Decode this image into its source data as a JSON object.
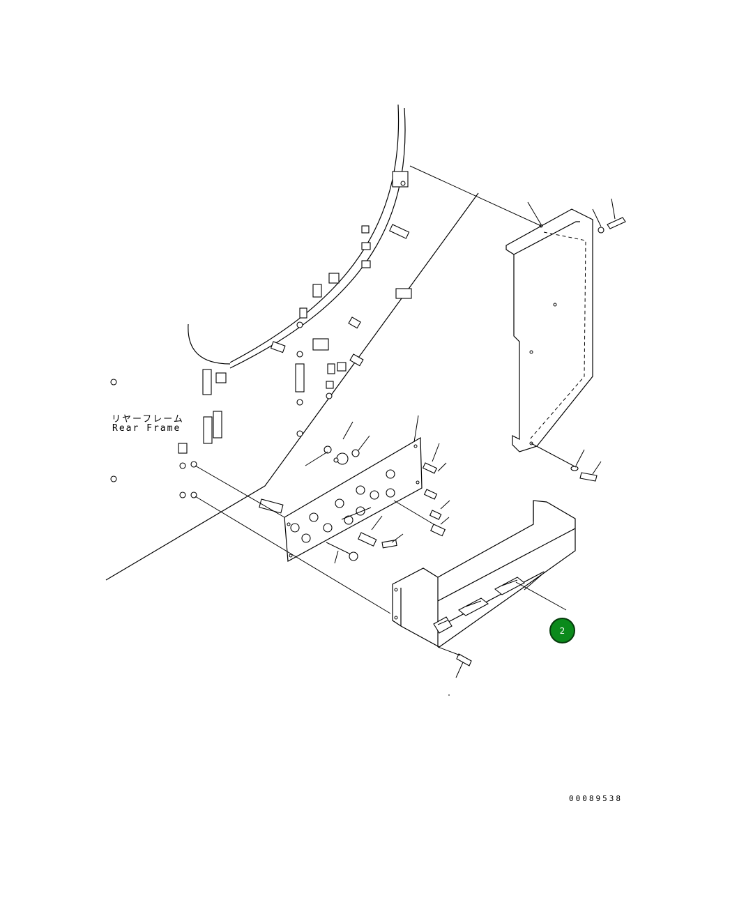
{
  "diagram": {
    "label_japanese": "リヤーフレーム",
    "label_english": "Rear Frame",
    "callouts": [
      {
        "number": "2",
        "color": "#0b8a1b"
      }
    ],
    "drawing_number": "00089538"
  }
}
